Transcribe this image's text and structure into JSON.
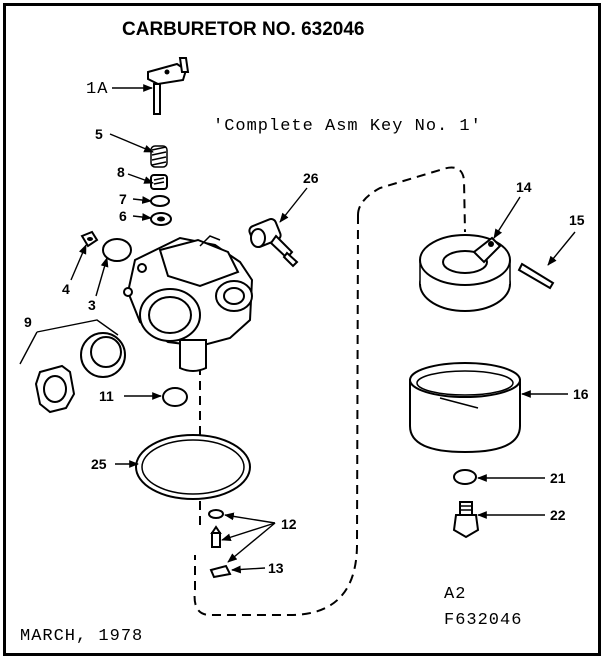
{
  "title": "CARBURETOR NO. 632046",
  "note": "'Complete Asm Key No. 1'",
  "date": "MARCH, 1978",
  "page_code": "A2",
  "figure_code": "F632046",
  "callouts": {
    "c1a": "1A",
    "c5": "5",
    "c8": "8",
    "c7": "7",
    "c6": "6",
    "c26": "26",
    "c4": "4",
    "c3": "3",
    "c9": "9",
    "c11": "11",
    "c25": "25",
    "c12": "12",
    "c13": "13",
    "c14": "14",
    "c15": "15",
    "c16": "16",
    "c21": "21",
    "c22": "22"
  }
}
